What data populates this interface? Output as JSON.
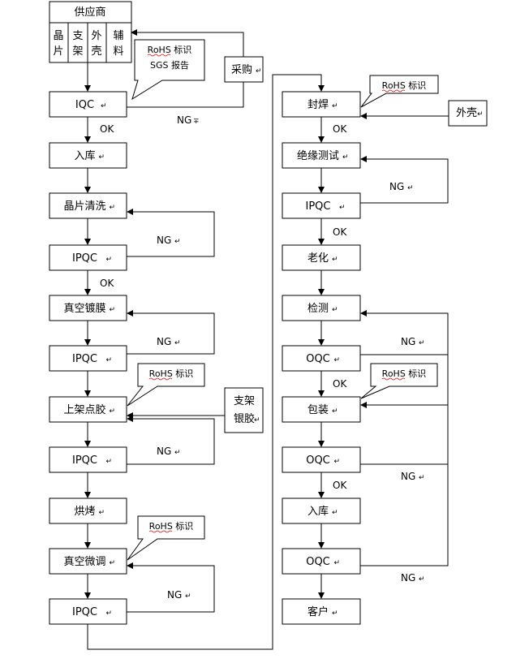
{
  "supplier": {
    "title": "供应商",
    "items": [
      "晶\n片",
      "支\n架",
      "外\n壳",
      "辅\n料"
    ]
  },
  "nodes_left": [
    "IQC",
    "入库",
    "晶片清洗",
    "IPQC",
    "真空镀膜",
    "IPQC",
    "上架点胶",
    "IPQC",
    "烘烤",
    "真空微调",
    "IPQC"
  ],
  "nodes_right": [
    "封焊",
    "绝缘测试",
    "IPQC",
    "老化",
    "检测",
    "OQC",
    "包装",
    "OQC",
    "入库",
    "OQC",
    "客户"
  ],
  "side_boxes": {
    "procurement": "采购",
    "shell": "外壳",
    "bracket_glue": "支架\n银胶"
  },
  "callouts": {
    "rohs_sgs": [
      "RoHS 标识",
      "SGS 报告"
    ],
    "rohs": "RoHS 标识"
  },
  "labels": {
    "ok": "OK",
    "ng": "NG"
  }
}
